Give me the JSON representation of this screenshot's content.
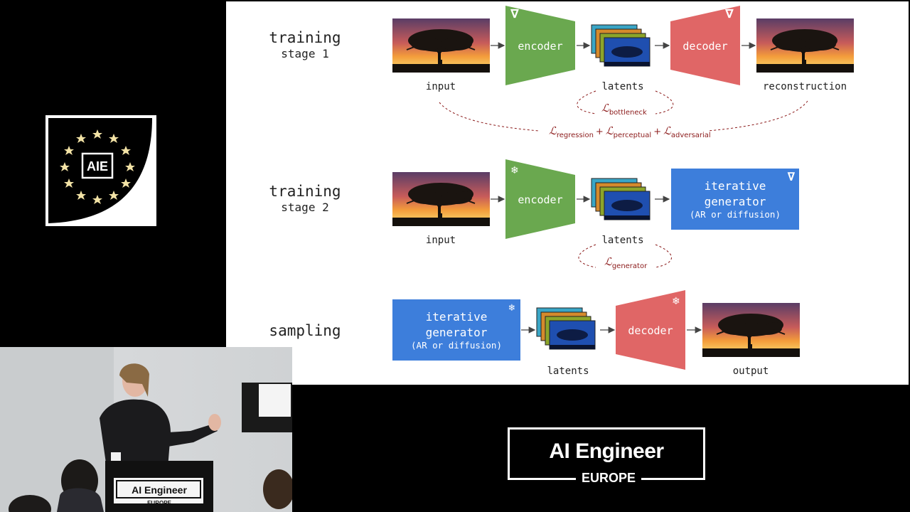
{
  "logo": {
    "text": "AIE"
  },
  "slide": {
    "row1": {
      "title": "training",
      "subtitle": "stage 1",
      "trainable_marker": "∇"
    },
    "row2": {
      "title": "training",
      "subtitle": "stage 2",
      "trainable_marker": "∇",
      "frozen_marker": "❄"
    },
    "row3": {
      "title": "sampling",
      "frozen_marker": "❄"
    },
    "labels": {
      "input": "input",
      "encoder": "encoder",
      "decoder": "decoder",
      "latents": "latents",
      "reconstruction": "reconstruction",
      "output": "output",
      "generator_line1": "iterative",
      "generator_line2": "generator",
      "generator_sub": "(AR or diffusion)"
    },
    "losses": {
      "symbol": "ℒ",
      "plus": "+",
      "bottleneck": "bottleneck",
      "regression": "regression",
      "perceptual": "perceptual",
      "adversarial": "adversarial",
      "generator": "generator"
    },
    "colors": {
      "encoder": "#6aa84f",
      "decoder": "#e06666",
      "generator": "#3d7edb",
      "loss": "#8b1a1a"
    }
  },
  "event": {
    "brand": "AI Engineer",
    "region": "EUROPE"
  },
  "podium": {
    "brand": "AI Engineer",
    "region": "EUROPE"
  }
}
